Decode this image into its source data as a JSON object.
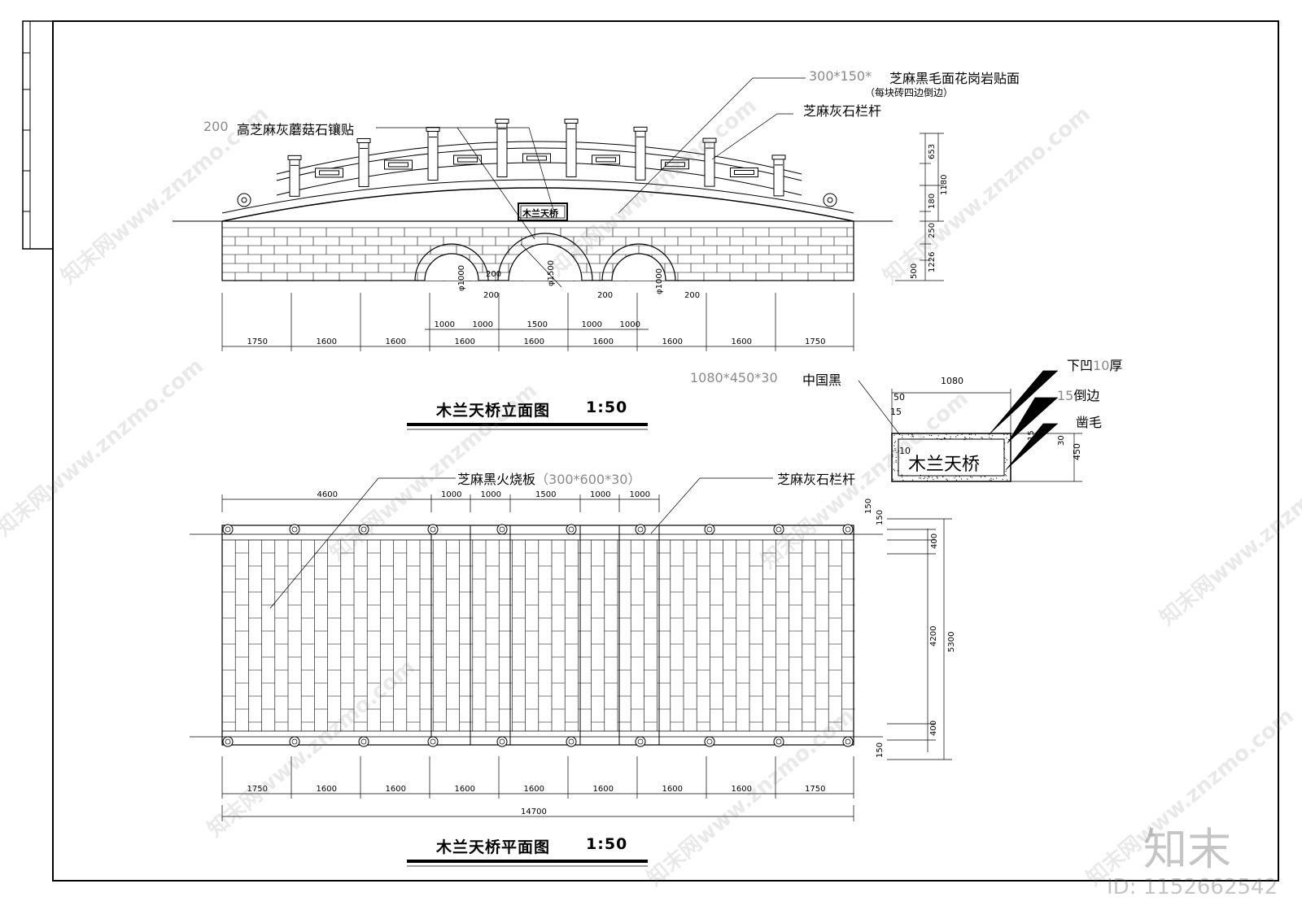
{
  "drawing": {
    "elevation": {
      "title": "木兰天桥立面图",
      "scale": "1:50",
      "callouts": {
        "granite_size": "300*150*",
        "granite_text": "芝麻黑毛面花岗岩贴面",
        "granite_note": "（每块砖四边倒边）",
        "railing": "芝麻灰石栏杆",
        "mushroom_size": "200",
        "mushroom_text": "高芝麻灰蘑菇石镶贴"
      },
      "plaque_label": "木兰天桥",
      "bottom_dims": [
        "1750",
        "1600",
        "1600",
        "1600",
        "1600",
        "1600",
        "1600",
        "1600",
        "1750"
      ],
      "arch_dims": [
        "1000",
        "1000",
        "1500",
        "1000",
        "1000"
      ],
      "arch_labels": [
        "φ1000",
        "φ1500",
        "φ1000"
      ],
      "spring_dims": [
        "200",
        "200",
        "200",
        "200"
      ],
      "right_dims": [
        "653",
        "1180",
        "180",
        "250",
        "1226",
        "500"
      ]
    },
    "plaque_detail": {
      "callout_size": "1080*450*30",
      "callout_text": "中国黑",
      "recess_a": "下凹",
      "recess_num": "10",
      "recess_b": "厚",
      "chamfer_num": "15",
      "chamfer_text": "倒边",
      "chisel": "凿毛",
      "width": "1080",
      "height": "450",
      "dim_50": "50",
      "dim_15": "15",
      "dim_10": "10",
      "dim_15b": "15",
      "dim_30": "30",
      "label": "木兰天桥"
    },
    "plan": {
      "title": "木兰天桥平面图",
      "scale": "1:50",
      "callout_paving_text": "芝麻黑火烧板",
      "callout_paving_size": "（300*600*30）",
      "callout_railing": "芝麻灰石栏杆",
      "top_dims": [
        "4600",
        "1000",
        "1000",
        "1500",
        "1000",
        "1000"
      ],
      "bottom_dims": [
        "1750",
        "1600",
        "1600",
        "1600",
        "1600",
        "1600",
        "1600",
        "1600",
        "1750"
      ],
      "total": "14700",
      "right_dims_inner": [
        "150",
        "150",
        "400",
        "4200",
        "400",
        "150"
      ],
      "right_total": "5300"
    }
  },
  "watermark": {
    "text": "知末网www.znzmo.com",
    "brand": "知末",
    "id": "ID: 1152662542"
  }
}
